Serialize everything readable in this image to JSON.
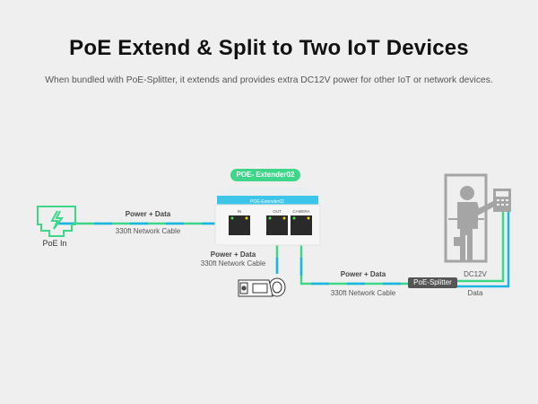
{
  "header": {
    "title": "PoE Extend & Split to Two IoT Devices",
    "subtitle": "When bundled with PoE-Splitter, it extends and provides extra DC12V power for other IoT or network devices."
  },
  "colors": {
    "green": "#3ed78a",
    "blue": "#1ab5e5",
    "gray": "#a5a5a5",
    "dark": "#555555"
  },
  "nodes": {
    "poe_in": {
      "label": "PoE In",
      "icon": "poe-port-lightning-icon"
    },
    "extender": {
      "badge": "POE- Extender02",
      "device_name": "POE-Extender02",
      "ports": [
        "IN",
        "OUT",
        "CAMERA"
      ]
    },
    "camera": {
      "icon": "bullet-camera-icon"
    },
    "access_control": {
      "icon": "person-door-keypad-icon",
      "power_label": "DC12V",
      "data_label": "Data"
    },
    "splitter": {
      "label": "PoE-Splitter"
    }
  },
  "links": [
    {
      "top": "Power + Data",
      "bottom": "330ft Network Cable"
    },
    {
      "top": "Power + Data",
      "bottom": "330ft Network Cable"
    },
    {
      "top": "Power + Data",
      "bottom": "330ft Network Cable"
    }
  ]
}
